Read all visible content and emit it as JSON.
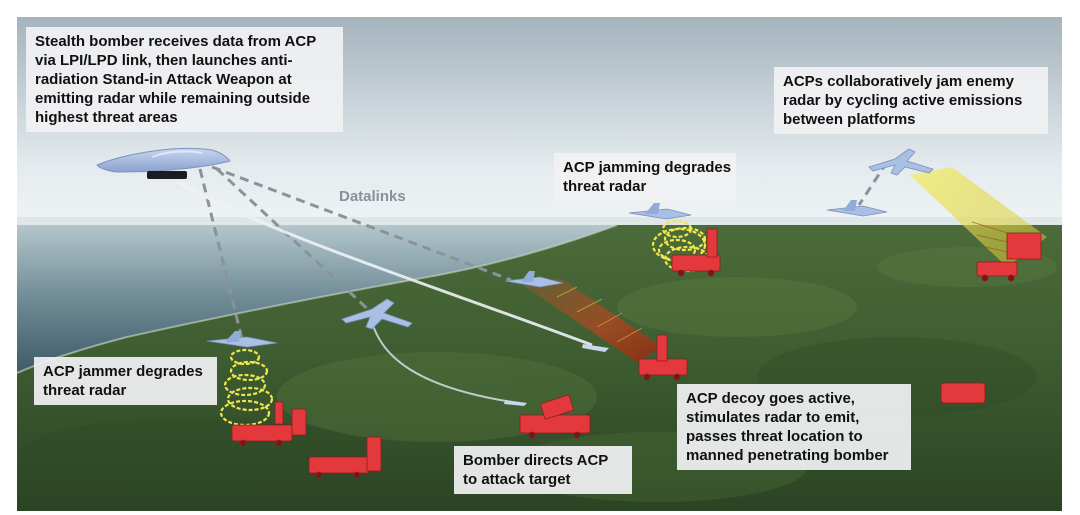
{
  "callouts": {
    "bomber_receives": {
      "lines": [
        "Stealth bomber receives data from ACP",
        "via LPI/LPD link, then launches anti-",
        "radiation Stand-in Attack Weapon at",
        "emitting radar while remaining outside",
        "highest threat areas"
      ]
    },
    "collaborative_jam": {
      "lines": [
        "ACPs collaboratively jam enemy",
        "radar by cycling active emissions",
        "between platforms"
      ]
    },
    "acp_jamming": {
      "lines": [
        "ACP jamming degrades",
        "threat radar"
      ]
    },
    "acp_jammer": {
      "lines": [
        "ACP jammer degrades",
        "threat radar"
      ]
    },
    "acp_decoy": {
      "lines": [
        "ACP decoy goes active,",
        "stimulates radar to emit,",
        "passes threat location to",
        "manned penetrating bomber"
      ]
    },
    "bomber_directs": {
      "lines": [
        "Bomber directs ACP",
        "to attack target"
      ]
    }
  },
  "labels": {
    "datalinks": "Datalinks"
  },
  "colors": {
    "aircraft": "#a9bfe4",
    "threat_vehicle": "#e3393c",
    "jamming_beam": "#f1e64b",
    "radar_beam": "#c84a22",
    "datalink": "#8c9299"
  }
}
